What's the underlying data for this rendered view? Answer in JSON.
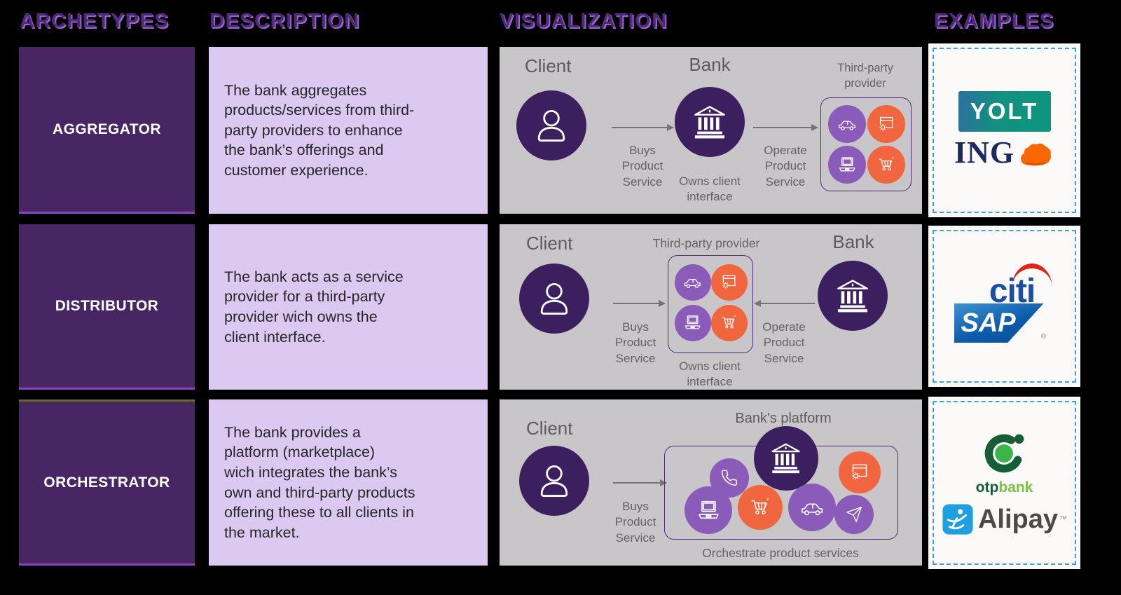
{
  "headers": {
    "archetypes": "ARCHETYPES",
    "description": "DESCRIPTION",
    "visualization": "VISUALIZATION",
    "examples": "EXAMPLES"
  },
  "rows": [
    {
      "archetype": "AGGREGATOR",
      "description": "The bank aggregates\nproducts/services from third-\nparty providers to enhance\nthe bank’s offerings and\ncustomer experience.",
      "viz": {
        "client": "Client",
        "bank": "Bank",
        "third_party": "Third-party provider",
        "buys": "Buys Product Service",
        "owns": "Owns client interface",
        "operate": "Operate Product Service"
      },
      "examples": {
        "yolt": "YOLT",
        "ing": "ING"
      }
    },
    {
      "archetype": "DISTRIBUTOR",
      "description": "The bank acts as a service\nprovider for a third-party\nprovider wich owns the\nclient interface.",
      "viz": {
        "client": "Client",
        "bank": "Bank",
        "third_party": "Third-party provider",
        "buys": "Buys Product Service",
        "owns": "Owns client interface",
        "operate": "Operate Product Service"
      },
      "examples": {
        "citi": "citi",
        "sap": "SAP",
        "registered": "®"
      }
    },
    {
      "archetype": "ORCHESTRATOR",
      "description": "The bank provides a\nplatform (marketplace)\nwich integrates the bank’s\nown and third-party products\noffering these to all clients in\nthe market.",
      "viz": {
        "client": "Client",
        "platform": "Bank's platform",
        "buys": "Buys Product Service",
        "orchestrate": "Orchestrate product services"
      },
      "examples": {
        "otp": "otp",
        "otp_bank": "bank",
        "alipay": "Alipay",
        "tm": "™"
      }
    }
  ],
  "colors": {
    "background": "#000000",
    "header_purple": "#4e2a78",
    "header_highlight": "#9b63d0",
    "archetype_box": "#472663",
    "archetype_border": "#8c42c4",
    "orchestrator_accent": "#5f6d1d",
    "description_bg": "#dbc9f2",
    "visualization_bg": "#c8c6c8",
    "dark_purple_circle": "#3b1f5e",
    "medium_purple_circle": "#8a5bb8",
    "orange_circle": "#f1663f",
    "diagram_box_border": "#4e2a7e",
    "arrow_gray": "#757375",
    "examples_border": "#3e9fd9",
    "yolt_teal": "#12917f",
    "ing_navy": "#1e2a5e",
    "ing_orange": "#f96702",
    "citi_blue": "#1b4fa0",
    "citi_red": "#e2231a",
    "sap_blue": "#0c5bab",
    "otp_dark_green": "#155e36",
    "otp_light_green": "#7cc242",
    "alipay_blue": "#1e9fe0"
  }
}
